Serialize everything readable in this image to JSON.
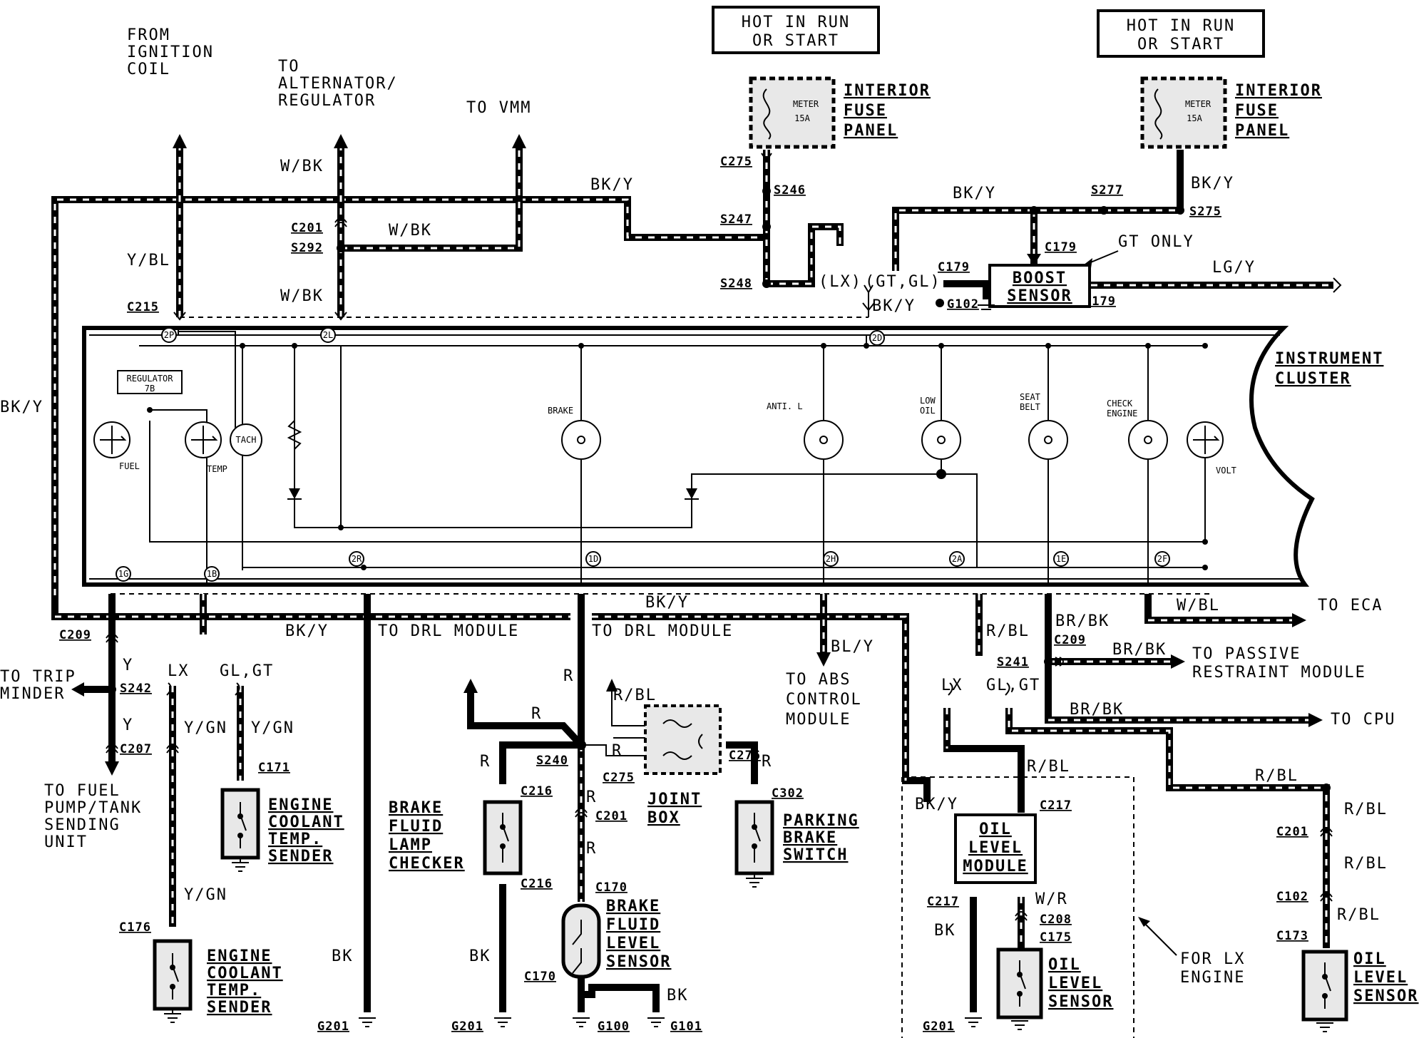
{
  "hot_boxes": [
    "HOT IN RUN",
    "OR START"
  ],
  "fuse": {
    "title": [
      "INTERIOR",
      "FUSE",
      "PANEL"
    ],
    "inner": [
      "METER",
      "15A"
    ]
  },
  "top_labels": {
    "ignition": [
      "FROM",
      "IGNITION",
      "COIL"
    ],
    "alternator": [
      "TO",
      "ALTERNATOR/",
      "REGULATOR"
    ],
    "vmm": "TO VMM",
    "gt_only": "GT ONLY",
    "lx": "(LX)",
    "gt_gl": "(GT,GL)",
    "boost": [
      "BOOST",
      "SENSOR"
    ]
  },
  "wires": {
    "bk_y": "BK/Y",
    "w_bk": "W/BK",
    "y_bl": "Y/BL",
    "lg_y": "LG/Y",
    "y": "Y",
    "y_gn": "Y/GN",
    "r": "R",
    "r_bl": "R/BL",
    "bl_y": "BL/Y",
    "br_bk": "BR/BK",
    "w_bl": "W/BL",
    "bk": "BK",
    "w_r": "W/R"
  },
  "connectors": {
    "c275": "C275",
    "s246": "S246",
    "s247": "S247",
    "s248": "S248",
    "c201": "C201",
    "s292": "S292",
    "c215": "C215",
    "s277": "S277",
    "s275": "S275",
    "c179": "C179",
    "g102": "G102",
    "c209": "C209",
    "s242": "S242",
    "c207": "C207",
    "c171": "C171",
    "c176": "C176",
    "c216": "C216",
    "s240": "S240",
    "c170": "C170",
    "c276": "C276",
    "c302": "C302",
    "s241": "S241",
    "c217": "C217",
    "c208": "C208",
    "c175": "C175",
    "c102": "C102",
    "c173": "C173",
    "g201": "G201",
    "g100": "G100",
    "g101": "G101"
  },
  "cluster": {
    "title": [
      "INSTRUMENT",
      "CLUSTER"
    ],
    "regulator": [
      "REGULATOR",
      "7B"
    ],
    "gauges": {
      "fuel": "FUEL",
      "temp": "TEMP",
      "tach": "TACH",
      "volt": "VOLT"
    },
    "lamps": {
      "brake": "BRAKE",
      "anti_l": "ANTI. L",
      "low_oil": [
        "LOW",
        "OIL"
      ],
      "seat_belt": [
        "SEAT",
        "BELT"
      ],
      "check_engine": [
        "CHECK",
        "ENGINE"
      ]
    },
    "pins": [
      "2P",
      "2L",
      "2D",
      "1G",
      "1B",
      "2R",
      "1D",
      "2H",
      "2A",
      "1E",
      "2F"
    ]
  },
  "destinations": {
    "trip": [
      "TO TRIP",
      "MINDER"
    ],
    "fuel_pump": [
      "TO FUEL",
      "PUMP/TANK",
      "SENDING",
      "UNIT"
    ],
    "drl": "TO DRL MODULE",
    "abs": [
      "TO ABS",
      "CONTROL",
      "MODULE"
    ],
    "eca": "TO ECA",
    "passive": [
      "TO PASSIVE",
      "RESTRAINT MODULE"
    ],
    "cpu": "TO CPU"
  },
  "variants": {
    "lx": "LX",
    "gl_gt": "GL,GT"
  },
  "components": {
    "ect": [
      "ENGINE",
      "COOLANT",
      "TEMP.",
      "SENDER"
    ],
    "brake_checker": [
      "BRAKE",
      "FLUID",
      "LAMP",
      "CHECKER"
    ],
    "joint_box": [
      "JOINT",
      "BOX"
    ],
    "brake_level": [
      "BRAKE",
      "FLUID",
      "LEVEL",
      "SENSOR"
    ],
    "parking": [
      "PARKING",
      "BRAKE",
      "SWITCH"
    ],
    "oil_module": [
      "OIL",
      "LEVEL",
      "MODULE"
    ],
    "oil_sensor": [
      "OIL",
      "LEVEL",
      "SENSOR"
    ],
    "for_lx": [
      "FOR LX",
      "ENGINE"
    ]
  }
}
